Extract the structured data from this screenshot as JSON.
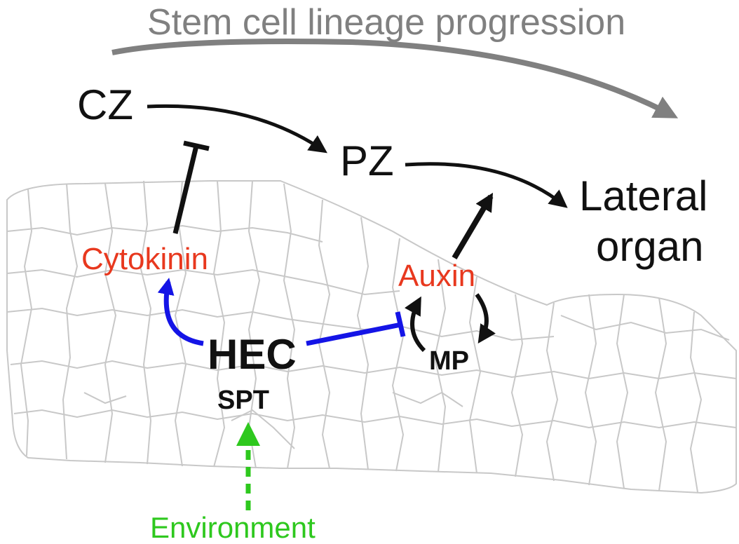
{
  "diagram": {
    "title": "Stem cell lineage progression",
    "nodes": {
      "cz": "CZ",
      "pz": "PZ",
      "lateral_line1": "Lateral",
      "lateral_line2": "organ",
      "cytokinin": "Cytokinin",
      "auxin": "Auxin",
      "hec": "HEC",
      "spt": "SPT",
      "mp": "MP",
      "environment": "Environment"
    },
    "colors": {
      "title_arrow": "#808080",
      "black_arrows": "#111111",
      "hormone_text": "#e8381e",
      "hec_regulation": "#1414e6",
      "environment": "#2ec81e",
      "cell_walls": "#c8c8c8"
    },
    "edges": [
      {
        "from": "CZ",
        "to": "PZ",
        "type": "activation"
      },
      {
        "from": "PZ",
        "to": "Lateral organ",
        "type": "activation"
      },
      {
        "from": "Cytokinin",
        "to": "CZ",
        "type": "inhibition"
      },
      {
        "from": "Auxin",
        "to": "PZ",
        "type": "activation"
      },
      {
        "from": "HEC",
        "to": "Cytokinin",
        "type": "activation"
      },
      {
        "from": "HEC",
        "to": "Auxin",
        "type": "inhibition"
      },
      {
        "from": "Auxin",
        "to": "MP",
        "type": "activation"
      },
      {
        "from": "MP",
        "to": "Auxin",
        "type": "activation"
      },
      {
        "from": "Environment",
        "to": "SPT",
        "type": "activation (dashed)"
      }
    ]
  }
}
